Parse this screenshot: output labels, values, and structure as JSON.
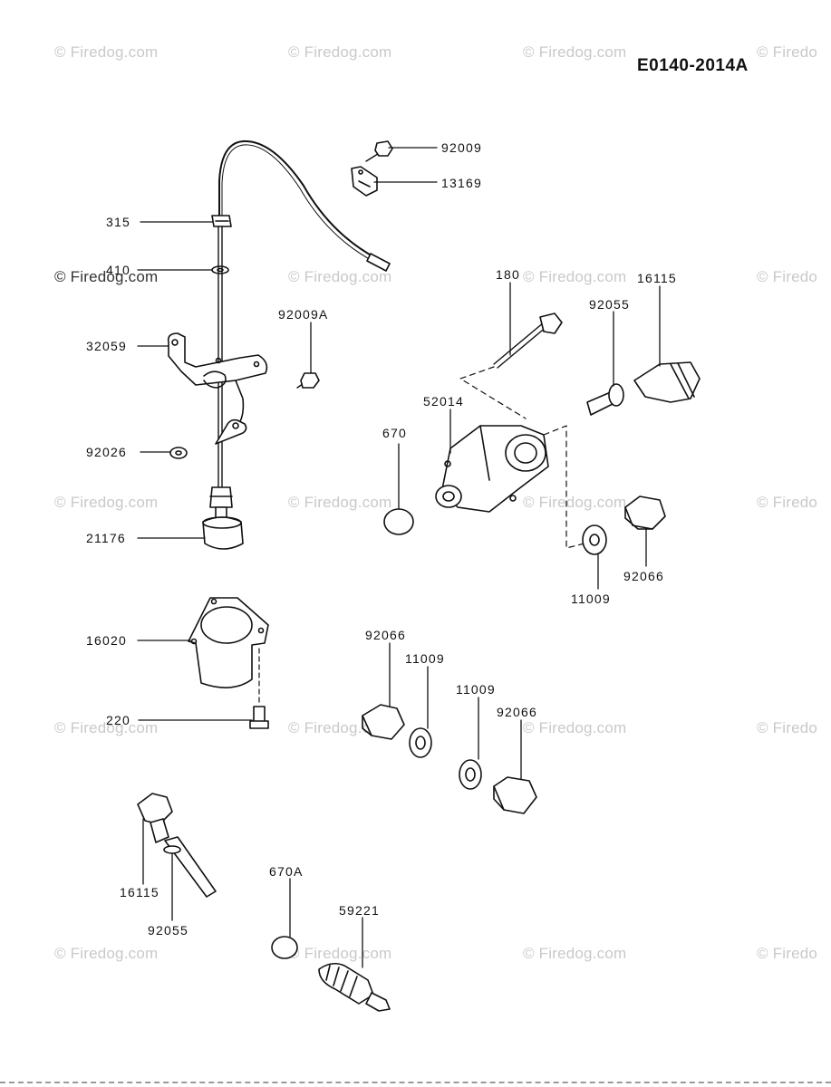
{
  "diagram_code": "E0140-2014A",
  "watermark": {
    "text": "© Firedog.com",
    "partial_text": "© Firedo"
  },
  "parts": {
    "p92009": "92009",
    "p13169": "13169",
    "p315": "315",
    "p410": "410",
    "p32059": "32059",
    "p92009A": "92009A",
    "p92026": "92026",
    "p21176": "21176",
    "p180": "180",
    "p16115_top": "16115",
    "p92055_top": "92055",
    "p52014": "52014",
    "p670": "670",
    "p92066_right": "92066",
    "p11009_right": "11009",
    "p16020": "16020",
    "p220": "220",
    "p92066_mid": "92066",
    "p11009_mid": "11009",
    "p11009_low": "11009",
    "p92066_low": "92066",
    "p16115_bottom": "16115",
    "p92055_bottom": "92055",
    "p670A": "670A",
    "p59221": "59221"
  }
}
